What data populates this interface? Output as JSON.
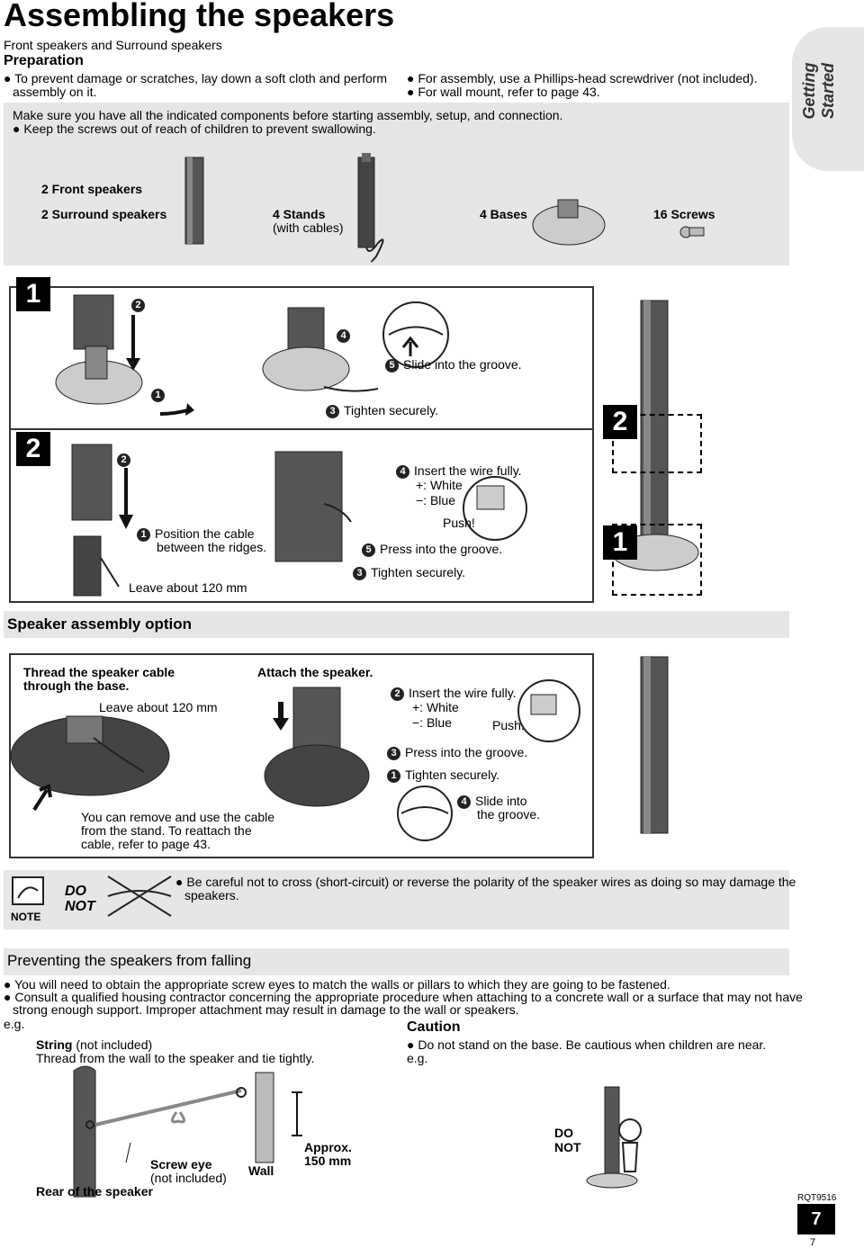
{
  "header": {
    "title": "Assembling the speakers",
    "subtitle": "Front speakers and Surround speakers",
    "preparation_heading": "Preparation",
    "prep_left_line1": "To prevent damage or scratches, lay down a soft cloth and perform",
    "prep_left_line2": "assembly on it.",
    "prep_right_line1": "For assembly, use a Phillips-head screwdriver (not included).",
    "prep_right_line2": "For wall mount, refer to page 43.",
    "side_tab": "Getting Started"
  },
  "components": {
    "intro": "Make sure you have all the indicated components before starting assembly, setup, and connection.",
    "warning": "Keep the screws out of reach of children to prevent swallowing.",
    "front_speakers": "2 Front speakers",
    "surround_speakers": "2 Surround speakers",
    "stands": "4  Stands",
    "stands_note": "(with cables)",
    "bases": "4 Bases",
    "screws": "16 Screws"
  },
  "step1": {
    "number": "1",
    "slide": "Slide into the groove.",
    "tighten": "Tighten securely.",
    "n1": "1",
    "n2": "2",
    "n3": "3",
    "n4": "4",
    "n5": "5"
  },
  "step2": {
    "number": "2",
    "position_line1": "Position the cable",
    "position_line2": "between the ridges.",
    "leave": "Leave about 120 mm",
    "insert": "Insert the wire fully.",
    "white": "+: White",
    "blue": "−: Blue",
    "push": "Push!",
    "press": "Press into the groove.",
    "tighten": "Tighten securely.",
    "n1": "1",
    "n2": "2",
    "n3": "3",
    "n4": "4",
    "n5": "5"
  },
  "tower": {
    "label_top": "2",
    "label_bottom": "1"
  },
  "option": {
    "heading": "Speaker assembly option",
    "thread_line1": "Thread the speaker cable",
    "thread_line2": "through the base.",
    "leave": "Leave about 120 mm",
    "attach": "Attach the speaker.",
    "insert": "Insert the wire fully.",
    "white": "+: White",
    "blue": "−: Blue",
    "push": "Push!",
    "press": "Press into the groove.",
    "tighten": "Tighten securely.",
    "slide_line1": "Slide into",
    "slide_line2": "the groove.",
    "remove_line1": "You can remove and use the cable",
    "remove_line2": "from the stand. To reattach the",
    "remove_line3": "cable, refer to page 43.",
    "n1": "1",
    "n2": "2",
    "n3": "3",
    "n4": "4"
  },
  "note": {
    "label": "NOTE",
    "do_not_line1": "DO",
    "do_not_line2": "NOT",
    "text_line1": "Be careful not to cross (short-circuit) or reverse the polarity of the speaker wires as doing so may damage the",
    "text_line2": "speakers."
  },
  "falling": {
    "heading": "Preventing the speakers from falling",
    "bullet1": "You will need to obtain the appropriate screw eyes to match the walls or pillars to which they are going to be fastened.",
    "bullet2_line1": "Consult a qualified housing contractor concerning the appropriate procedure when attaching to a concrete wall or a surface that may not have",
    "bullet2_line2": "strong enough support. Improper attachment may result in damage to the wall or speakers.",
    "eg": "e.g.",
    "string_bold": "String",
    "string_rest": " (not included)",
    "thread": "Thread from the wall to the speaker and tie tightly.",
    "caution": "Caution",
    "caution_text": "Do not stand on the base. Be cautious when children are near.",
    "eg2": "e.g.",
    "screw_eye": "Screw eye",
    "screw_eye_note": "(not included)",
    "wall": "Wall",
    "approx_line1": "Approx.",
    "approx_line2": "150 mm",
    "rear": "Rear of the speaker",
    "do_line1": "DO",
    "do_line2": "NOT"
  },
  "footer": {
    "code": "RQT9516",
    "page_box": "7",
    "page": "7"
  }
}
